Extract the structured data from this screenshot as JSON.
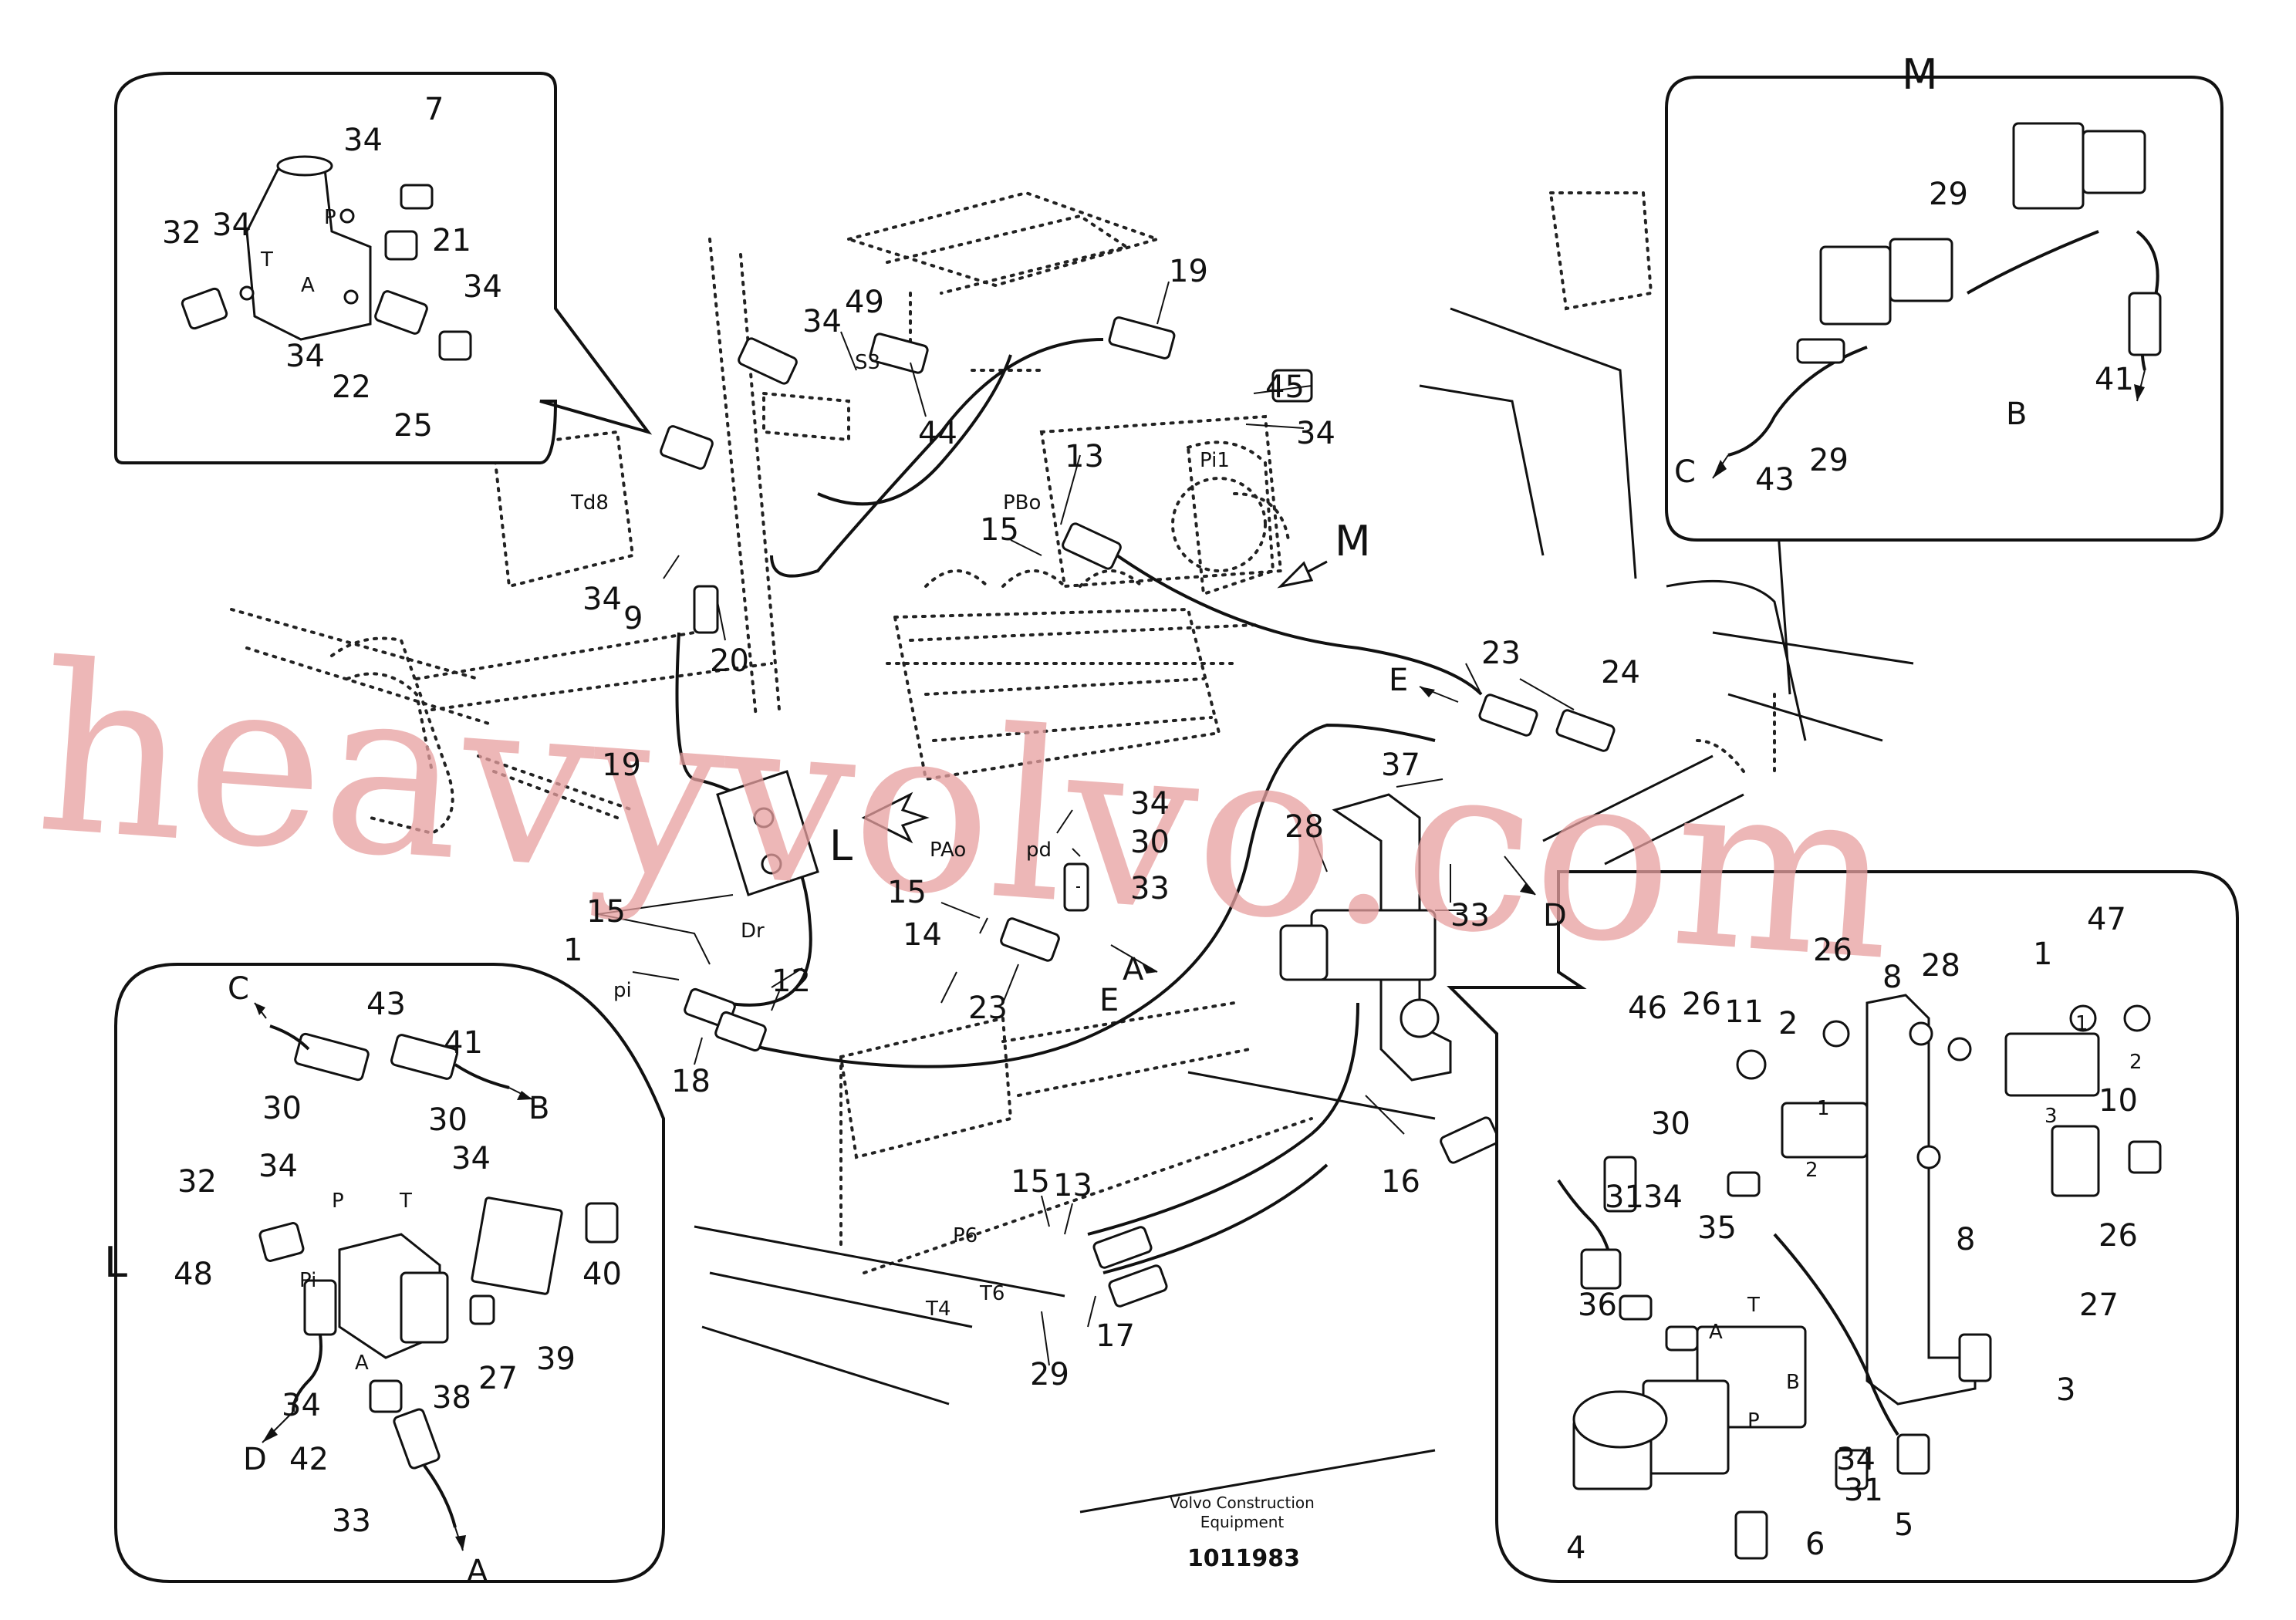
{
  "watermark": "heavyvolvo.com",
  "footer": {
    "company_line1": "Volvo Construction",
    "company_line2": "Equipment",
    "doc_number": "1011983"
  },
  "view_labels": {
    "M": "M",
    "L": "L"
  },
  "port_labels": [
    "P",
    "T",
    "A",
    "S3",
    "Td8",
    "PBo",
    "Pi1",
    "PAo",
    "pd",
    "Dr",
    "pi",
    "P6",
    "T6",
    "T4",
    "B",
    "Pi",
    "1",
    "2",
    "3"
  ],
  "flow_labels": [
    "A",
    "B",
    "C",
    "D",
    "E"
  ],
  "callouts": [
    "1",
    "2",
    "3",
    "4",
    "5",
    "6",
    "7",
    "8",
    "9",
    "10",
    "11",
    "12",
    "13",
    "14",
    "15",
    "16",
    "17",
    "18",
    "19",
    "20",
    "21",
    "22",
    "23",
    "24",
    "25",
    "26",
    "27",
    "28",
    "29",
    "30",
    "31",
    "32",
    "33",
    "34",
    "35",
    "36",
    "37",
    "38",
    "39",
    "40",
    "41",
    "42",
    "43",
    "44",
    "45",
    "46",
    "47",
    "48",
    "49"
  ]
}
